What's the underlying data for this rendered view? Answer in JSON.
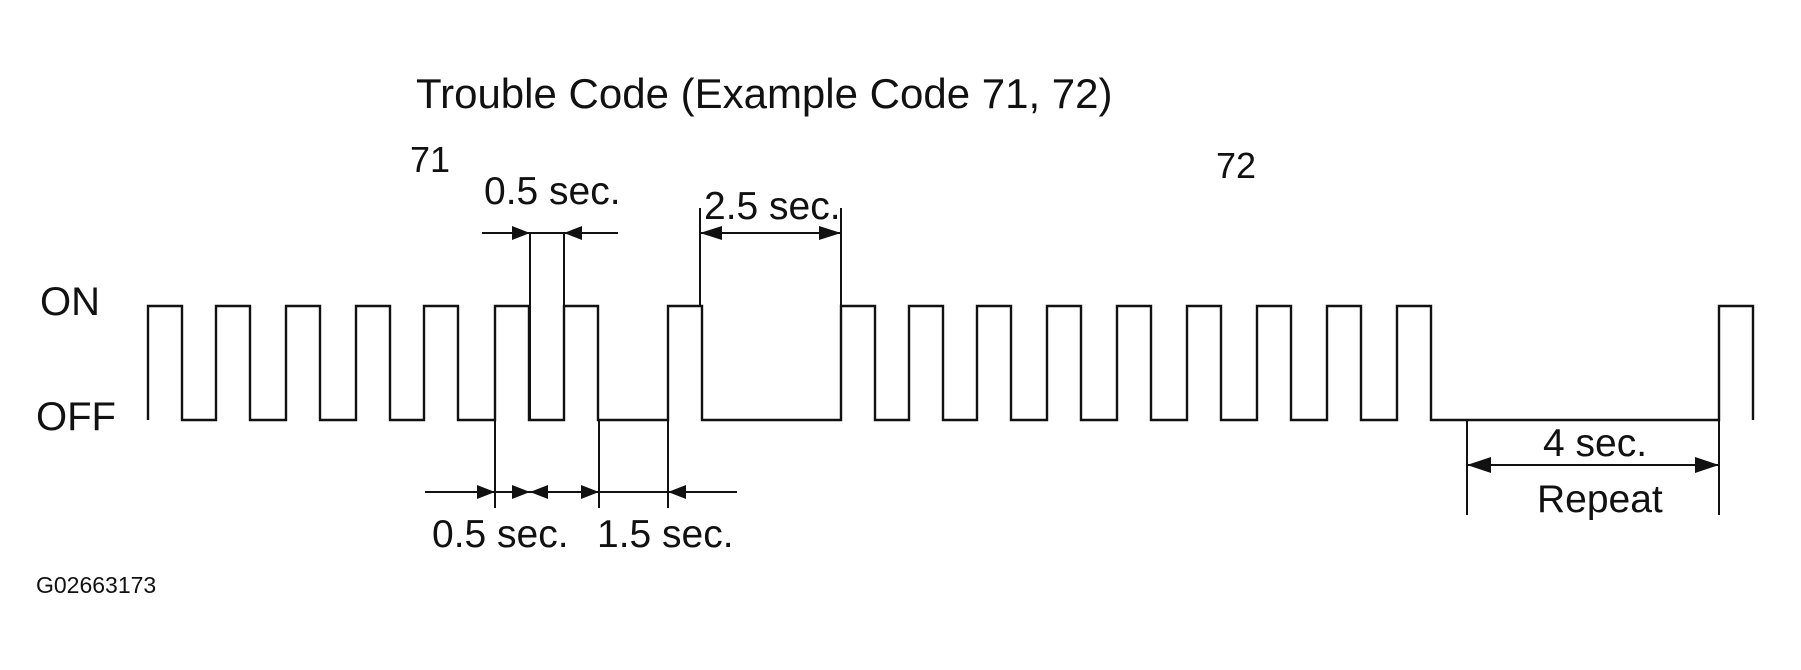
{
  "title": "Trouble Code (Example Code 71, 72)",
  "codes": {
    "first": "71",
    "second": "72"
  },
  "states": {
    "on": "ON",
    "off": "OFF"
  },
  "dimensions": {
    "pulse_on_top": "0.5 sec.",
    "short_gap": "2.5 sec.",
    "pulse_off_bottom": "0.5 sec.",
    "digit_gap": "1.5 sec.",
    "repeat_time": "4 sec.",
    "repeat_label": "Repeat"
  },
  "figure_id": "G02663173",
  "colors": {
    "ink": "#111111",
    "background": "#ffffff"
  }
}
